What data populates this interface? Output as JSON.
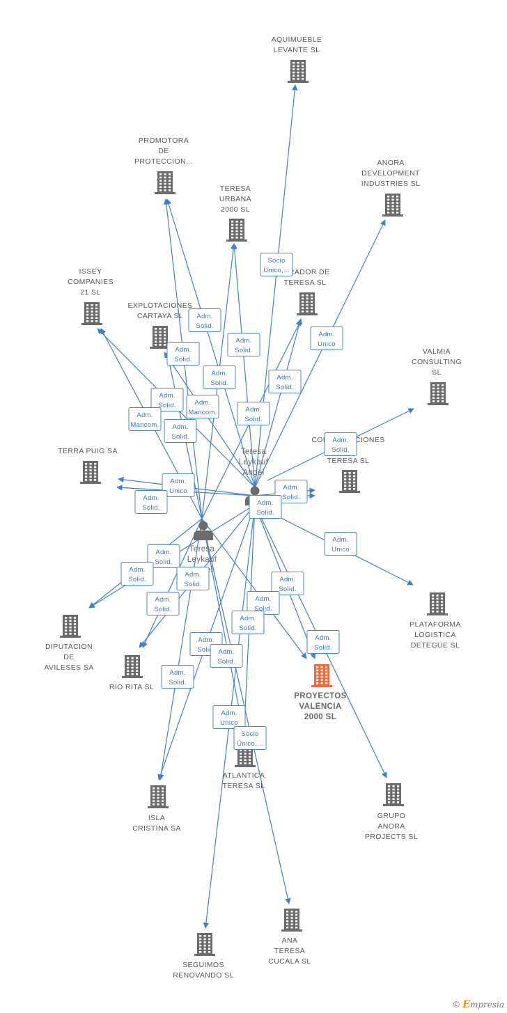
{
  "colors": {
    "edge": "#3f7fd1",
    "building": "#6b6b6b",
    "building_main": "#f26a3c",
    "person": "#6b6b6b",
    "role_border": "#4a86c8",
    "role_text": "#3b74b8"
  },
  "persons": [
    {
      "id": "p1",
      "lines": [
        "Teresa",
        "Leykauf",
        "Angel"
      ]
    },
    {
      "id": "p2",
      "lines": [
        "Teresa",
        "Leykauf",
        "Angel"
      ]
    }
  ],
  "companies": [
    {
      "id": "aquimueble",
      "lines": [
        "AQUIMUEBLE",
        "LEVANTE SL"
      ]
    },
    {
      "id": "promotora",
      "lines": [
        "PROMOTORA",
        "DE",
        "PROTECCION..."
      ]
    },
    {
      "id": "anora_dev",
      "lines": [
        "ANORA",
        "DEVELOPMENT",
        "INDUSTRIES SL"
      ]
    },
    {
      "id": "teresa_urbana",
      "lines": [
        "TERESA",
        "URBANA",
        "2000 SL"
      ]
    },
    {
      "id": "issey",
      "lines": [
        "ISSEY",
        "COMPANIES",
        "21 SL"
      ]
    },
    {
      "id": "explotaciones",
      "lines": [
        "EXPLOTACIONES",
        "CARTAYA SL"
      ]
    },
    {
      "id": "mirador",
      "lines": [
        "MIRADOR DE",
        "TERESA SL"
      ]
    },
    {
      "id": "valmia",
      "lines": [
        "VALMIA",
        "CONSULTING",
        "SL"
      ]
    },
    {
      "id": "terra_puig",
      "lines": [
        "TERRA PUIG SA"
      ]
    },
    {
      "id": "construcciones",
      "lines": [
        "CONSTRUCCIONES",
        "AS",
        "TERESA SL"
      ]
    },
    {
      "id": "plataforma",
      "lines": [
        "PLATAFORMA",
        "LOGISTICA",
        "DETEGUE SL"
      ]
    },
    {
      "id": "diputacion",
      "lines": [
        "DIPUTACION",
        "DE",
        "AVILESES SA"
      ]
    },
    {
      "id": "rio_rita",
      "lines": [
        "RIO RITA SL"
      ]
    },
    {
      "id": "proyectos",
      "lines": [
        "PROYECTOS",
        "VALENCIA",
        "2000 SL"
      ],
      "main": true
    },
    {
      "id": "atlantica",
      "lines": [
        "ATLANTICA",
        "TERESA SL"
      ]
    },
    {
      "id": "isla",
      "lines": [
        "ISLA",
        "CRISTINA SA"
      ]
    },
    {
      "id": "grupo_anora",
      "lines": [
        "GRUPO",
        "ANORA",
        "PROJECTS SL"
      ]
    },
    {
      "id": "seguimos",
      "lines": [
        "SEGUIMOS",
        "RENOVANDO SL"
      ]
    },
    {
      "id": "ana_teresa",
      "lines": [
        "ANA",
        "TERESA",
        "CUCALA SL"
      ]
    }
  ],
  "roles": [
    {
      "id": "r1",
      "lines": [
        "Socio",
        "Único,..."
      ]
    },
    {
      "id": "r2",
      "lines": [
        "Adm.",
        "Solid."
      ]
    },
    {
      "id": "r3",
      "lines": [
        "Adm.",
        "Unico"
      ]
    },
    {
      "id": "r4",
      "lines": [
        "Adm.",
        "Solid."
      ]
    },
    {
      "id": "r5",
      "lines": [
        "Adm.",
        "Solid."
      ]
    },
    {
      "id": "r6",
      "lines": [
        "Adm.",
        "Solid."
      ]
    },
    {
      "id": "r7",
      "lines": [
        "Adm.",
        "Solid."
      ]
    },
    {
      "id": "r8",
      "lines": [
        "Adm.",
        "Solid."
      ]
    },
    {
      "id": "r9",
      "lines": [
        "Adm.",
        "Mancom."
      ]
    },
    {
      "id": "r10",
      "lines": [
        "Adm.",
        "Solid."
      ]
    },
    {
      "id": "r11",
      "lines": [
        "Adm.",
        "Mancom."
      ]
    },
    {
      "id": "r12",
      "lines": [
        "Adm.",
        "Solid."
      ]
    },
    {
      "id": "r13",
      "lines": [
        "Adm.",
        "Solid."
      ]
    },
    {
      "id": "r14",
      "lines": [
        "Adm.",
        "Unico"
      ]
    },
    {
      "id": "r15",
      "lines": [
        "Adm.",
        "Solid."
      ]
    },
    {
      "id": "r16",
      "lines": [
        "Adm.",
        "Solid."
      ]
    },
    {
      "id": "r17",
      "lines": [
        "Adm.",
        "Solid."
      ]
    },
    {
      "id": "r18",
      "lines": [
        "Adm.",
        "Unico"
      ]
    },
    {
      "id": "r19",
      "lines": [
        "Adm.",
        "Solid."
      ]
    },
    {
      "id": "r20",
      "lines": [
        "Adm.",
        "Solid."
      ]
    },
    {
      "id": "r21",
      "lines": [
        "Adm.",
        "Solid."
      ]
    },
    {
      "id": "r22",
      "lines": [
        "Adm.",
        "Solid."
      ]
    },
    {
      "id": "r23",
      "lines": [
        "Adm.",
        "Solid."
      ]
    },
    {
      "id": "r24",
      "lines": [
        "Adm.",
        "Solid."
      ]
    },
    {
      "id": "r25",
      "lines": [
        "Adm.",
        "Solid."
      ]
    },
    {
      "id": "r26",
      "lines": [
        "Adm.",
        "Solid."
      ]
    },
    {
      "id": "r27",
      "lines": [
        "Adm.",
        "Solid."
      ]
    },
    {
      "id": "r28",
      "lines": [
        "Adm.",
        "Solid."
      ]
    },
    {
      "id": "r29",
      "lines": [
        "Adm.",
        "Solid."
      ]
    },
    {
      "id": "r30",
      "lines": [
        "Adm.",
        "Unico"
      ]
    },
    {
      "id": "r31",
      "lines": [
        "Socio",
        "Único,..."
      ]
    }
  ],
  "footer": {
    "copyright": "©",
    "brand_initial": "E",
    "brand_rest": "mpresia"
  }
}
